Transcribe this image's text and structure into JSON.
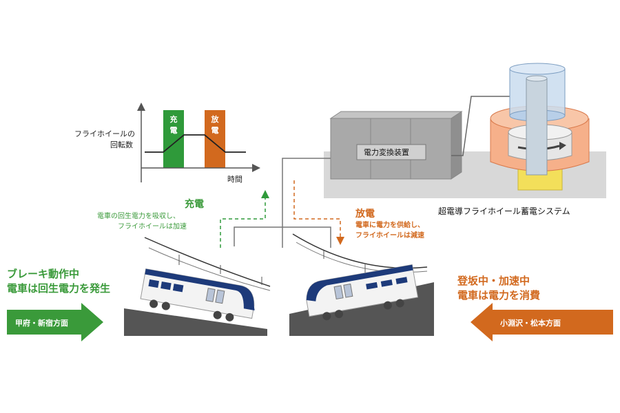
{
  "graph": {
    "y_label_line1": "フライホイールの",
    "y_label_line2": "回転数",
    "x_label": "時間",
    "charge_band_char1": "充",
    "charge_band_char2": "電",
    "discharge_band_char1": "放",
    "discharge_band_char2": "電",
    "charge_color": "#2f9a3a",
    "discharge_color": "#d2691e"
  },
  "system": {
    "converter_label": "電力変換装置",
    "caption": "超電導フライホイール蓄電システム"
  },
  "charge": {
    "title": "充電",
    "line1": "電車の回生電力を吸収し、",
    "line2": "フライホイールは加速"
  },
  "discharge": {
    "title": "放電",
    "line1": "電車に電力を供給し、",
    "line2": "フライホイールは減速"
  },
  "left_train": {
    "headline1": "ブレーキ動作中",
    "headline2": "電車は回生電力を発生",
    "direction": "甲府・新宿方面",
    "color": "#3a9a3a"
  },
  "right_train": {
    "headline1": "登坂中・加速中",
    "headline2": "電車は電力を消費",
    "direction": "小淵沢・松本方面",
    "color": "#d2691e"
  }
}
